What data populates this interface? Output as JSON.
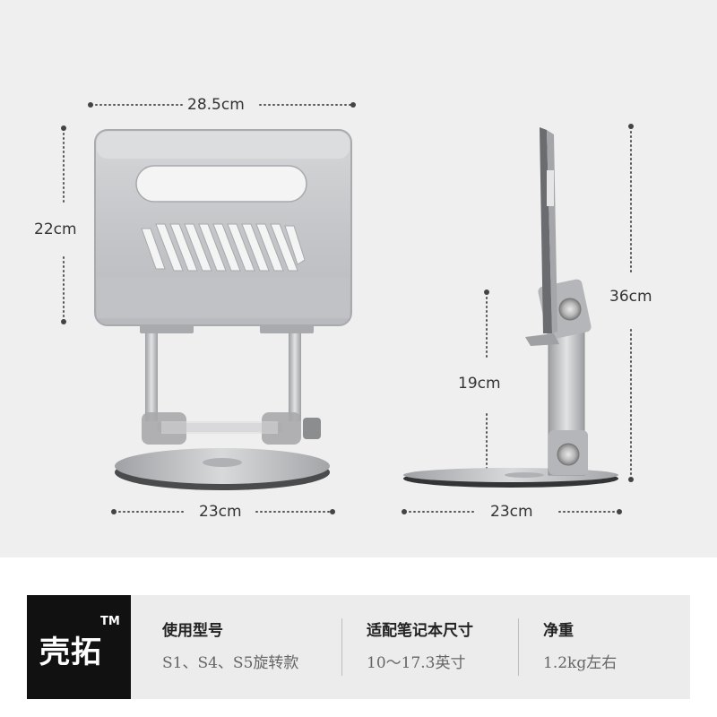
{
  "dimensions": {
    "front_width": "28.5cm",
    "front_height": "22cm",
    "base_width_front": "23cm",
    "side_total_height": "36cm",
    "side_lift_height": "19cm",
    "base_width_side": "23cm"
  },
  "brand": {
    "name": "壳拓",
    "trademark": "TM"
  },
  "specs": [
    {
      "label": "使用型号",
      "value": "S1、S4、S5旋转款"
    },
    {
      "label": "适配笔记本尺寸",
      "value": "10～17.3英寸"
    },
    {
      "label": "净重",
      "value": "1.2kg左右"
    }
  ],
  "colors": {
    "background": "#efefef",
    "aluminum": "#c9cacc",
    "logo_bg": "#111111"
  }
}
